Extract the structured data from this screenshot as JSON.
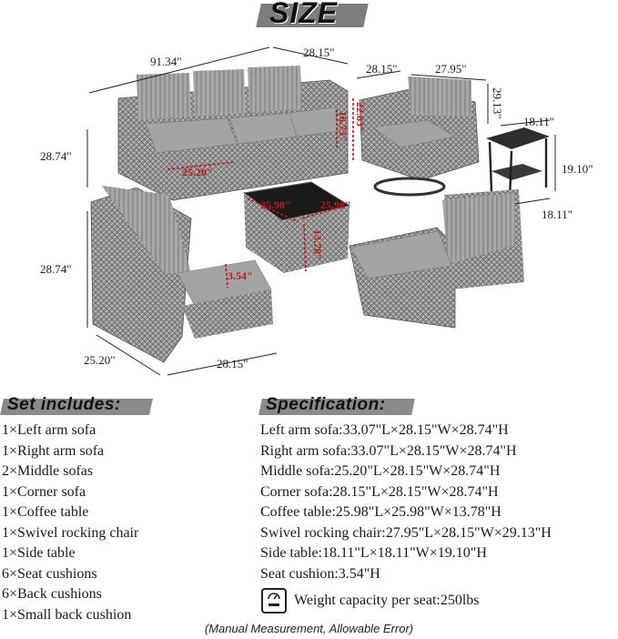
{
  "title": "SIZE",
  "dimensions": {
    "sofa_length": "91.34\"",
    "sofa_depth_top": "28.15\"",
    "chair_depth": "28.15\"",
    "chair_width": "27.95\"",
    "chair_height": "29.13\"",
    "side_table_width": "18.11\"",
    "side_table_height": "19.10\"",
    "side_table_depth": "18.11\"",
    "sofa_height_left": "28.74\"",
    "back_height": "22.83\"",
    "seat_height": "16.73\"",
    "seat_width": "25.20\"",
    "table_length": "25.98\"",
    "table_width": "25.98\"",
    "table_height": "13.78\"",
    "corner_height": "28.74\"",
    "cushion_thickness": "3.54\"",
    "bottom_depth": "25.20\"",
    "bottom_width": "28.15\""
  },
  "set_includes": {
    "heading": "Set includes:",
    "items": [
      "1×Left arm sofa",
      "1×Right arm sofa",
      "2×Middle sofas",
      "1×Corner sofa",
      "1×Coffee table",
      "1×Swivel rocking chair",
      "1×Side table",
      "6×Seat cushions",
      "6×Back cushions",
      "1×Small back cushion"
    ]
  },
  "specification": {
    "heading": "Specification:",
    "items": [
      "Left arm sofa:33.07\"L×28.15\"W×28.74\"H",
      "Right arm sofa:33.07\"L×28.15\"W×28.74\"H",
      "Middle sofa:25.20\"L×28.15\"W×28.74\"H",
      "Corner sofa:28.15\"L×28.15\"W×28.74\"H",
      "Coffee table:25.98\"L×25.98\"W×13.78\"H",
      "Swivel rocking chair:27.95\"L×28.15\"W×29.13\"H",
      "Side table:18.11\"L×18.11\"W×19.10\"H",
      "Seat cushion:3.54\"H"
    ],
    "weight_capacity": "Weight capacity per seat:250lbs"
  },
  "note": "(Manual Measurement, Allowable Error)",
  "icons": [
    "scale-icon"
  ],
  "colors": {
    "wicker": "#8e8e8e",
    "cushion": "#a3a3a3",
    "accent_red": "#c01818",
    "banner": "#7d7d7d"
  }
}
